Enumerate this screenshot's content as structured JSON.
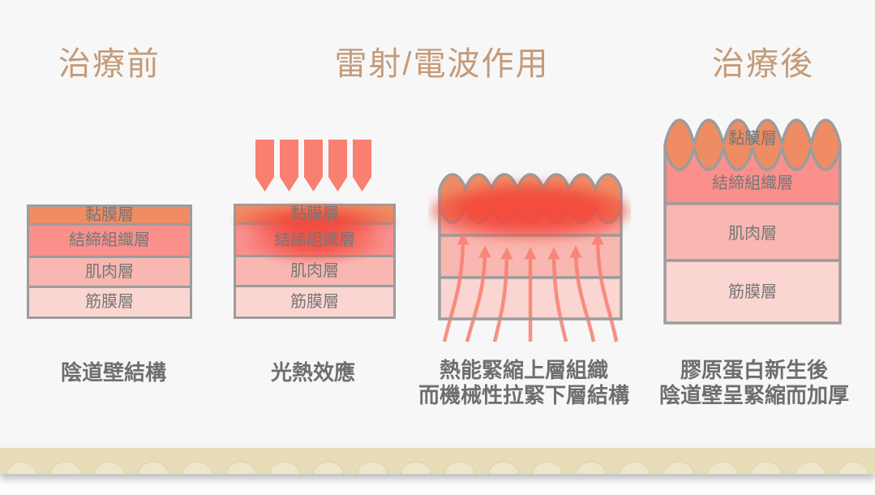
{
  "titles": {
    "before": "治療前",
    "action": "雷射/電波作用",
    "after": "治療後"
  },
  "layers": {
    "mucosa": "黏膜層",
    "connective": "結締組織層",
    "muscle": "肌肉層",
    "fascia": "筋膜層"
  },
  "captions": {
    "structure": "陰道壁結構",
    "photothermal": "光熱效應",
    "heat_line1": "熱能緊縮上層組織",
    "heat_line2": "而機械性拉緊下層結構",
    "collagen_line1": "膠原蛋白新生後",
    "collagen_line2": "陰道壁呈緊縮而加厚"
  },
  "icons": {
    "laser_beams": "laser-beam-icon",
    "heat_arrows": "heat-flow-arrow-icon",
    "heat_glow": "heat-glow"
  },
  "colors": {
    "bg": "#f7f7f7",
    "title": "#c49b79",
    "caption": "#6e6e6e",
    "label": "#767676",
    "border": "#9c9c9c",
    "mucosa": "#ef8c64",
    "connective": "#f9908c",
    "connective_light": "#f8a39c",
    "muscle": "#f8b7b0",
    "fascia": "#fad5d1",
    "arrow": "#f97f70",
    "glow": "#f4473a",
    "band": "#e9dcb9"
  }
}
